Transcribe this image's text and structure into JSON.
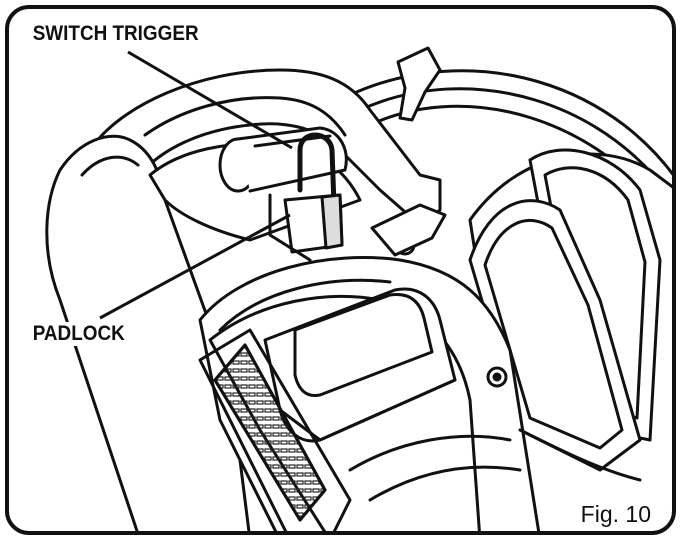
{
  "labels": {
    "switch_trigger": "SWITCH TRIGGER",
    "padlock": "PADLOCK"
  },
  "caption": "Fig. 10"
}
